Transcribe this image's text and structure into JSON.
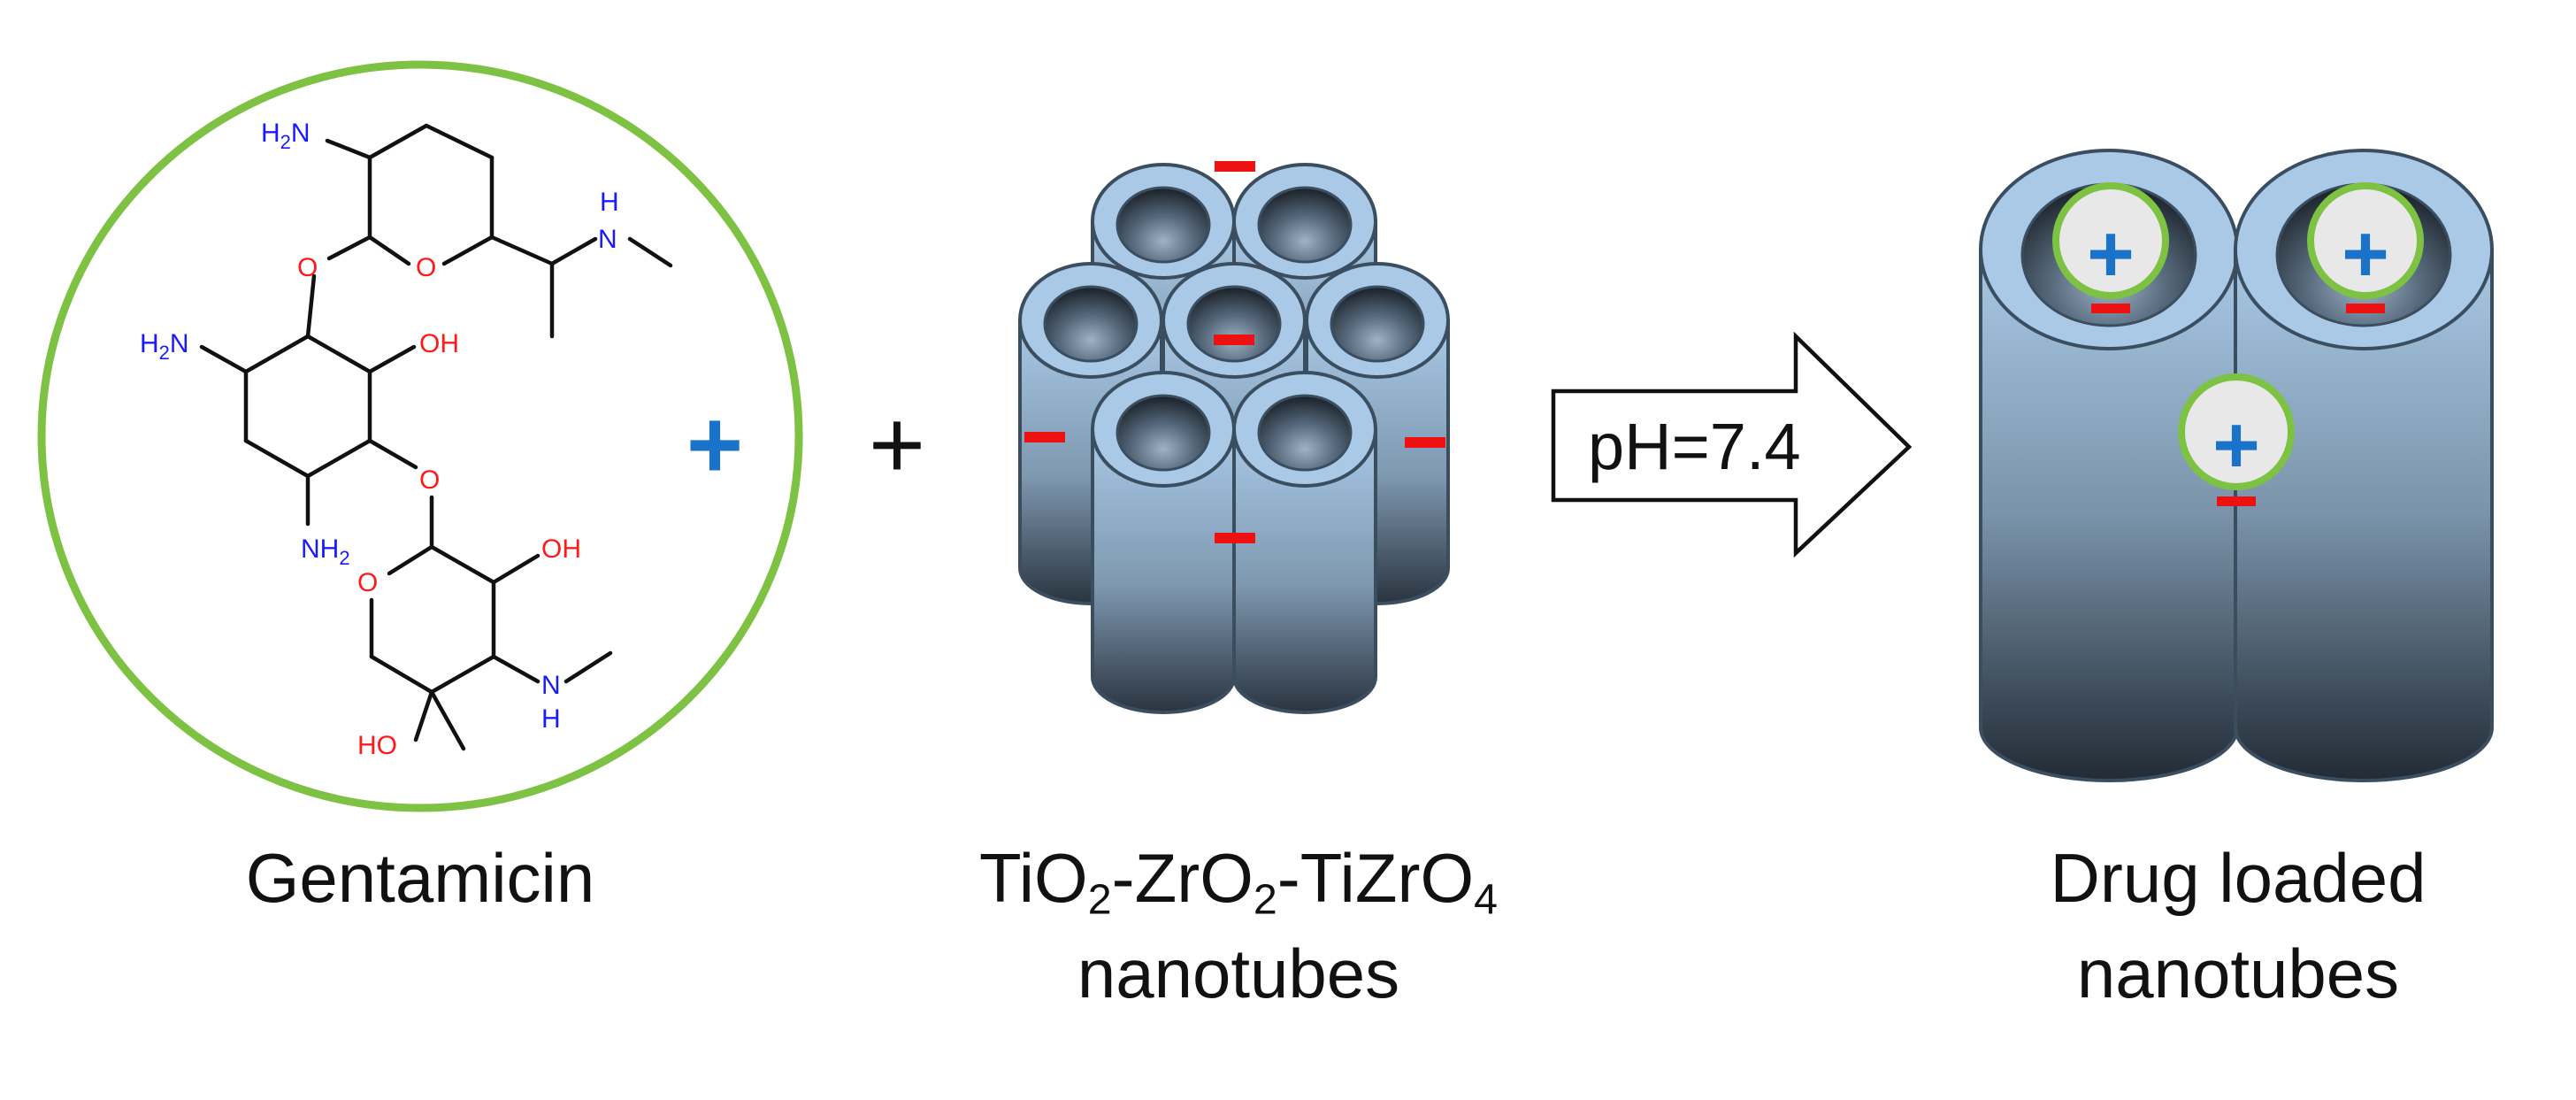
{
  "molecule": {
    "labels": {
      "h2n_top": "H2N",
      "nh_h": "H",
      "nh_n": "N",
      "o_bridge_left": "O",
      "o_ring_top": "O",
      "h2n_mid": "H2N",
      "oh_top": "OH",
      "o_bridge_lower": "O",
      "nh2_low": "NH2",
      "o_ring_bottom": "O",
      "oh_right": "OH",
      "n_bottom": "N",
      "h_bottom": "H",
      "ho_bottom": "HO"
    },
    "charge": "+"
  },
  "operator_plus": "+",
  "tube_charge": "−",
  "drug_charge": "+",
  "arrow_label": "pH=7.4",
  "captions": {
    "gentamicin": "Gentamicin",
    "nano_line1_a": "TiO",
    "nano_line1_sub1": "2",
    "nano_line1_b": "-ZrO",
    "nano_line1_sub2": "2",
    "nano_line1_c": "-TiZrO",
    "nano_line1_sub3": "4",
    "nano_line2": "nanotubes",
    "drug_line1": "Drug loaded",
    "drug_line2": "nanotubes"
  },
  "colors": {
    "circle_outline": "#7dc242",
    "positive_charge": "#1a73c8",
    "negative_charge": "#ee1111",
    "tube_top": "#a9c9e6",
    "tube_bottom": "#2a3440",
    "nitrogen": "#1a1aff",
    "oxygen": "#ff1a1a"
  }
}
